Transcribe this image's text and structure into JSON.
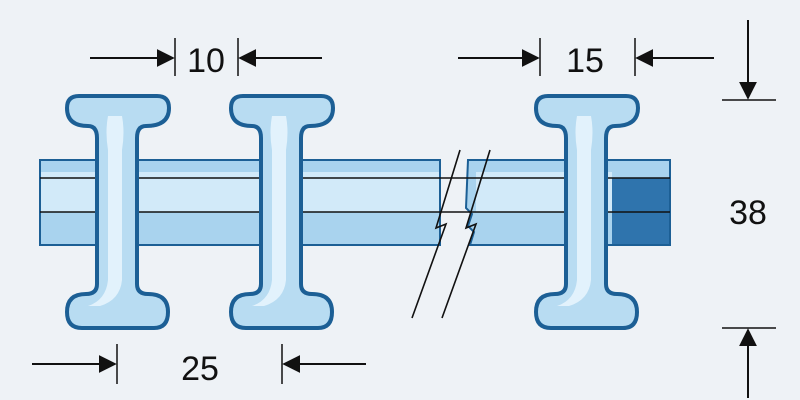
{
  "dimensions": {
    "top_left_gap": "10",
    "top_right_gap": "15",
    "height": "38",
    "bottom_pitch": "25"
  },
  "colors": {
    "background": "#eef2f6",
    "profile_fill": "#b8dcf2",
    "profile_highlight": "#e2f2fc",
    "profile_outline": "#1c5f95",
    "bar_fill": "#a9d3ee",
    "bar_light": "#d2eaf9",
    "bar_dark": "#2f74ad",
    "line": "#111111"
  }
}
